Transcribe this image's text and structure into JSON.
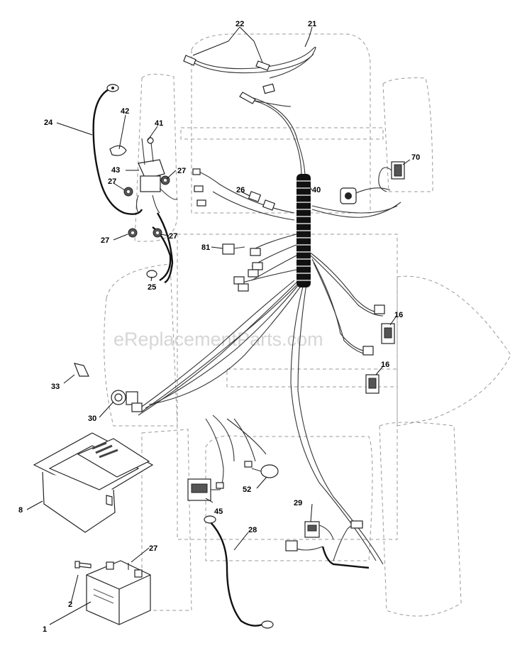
{
  "watermark": "eReplacementParts.com",
  "callouts": {
    "c1": "1",
    "c2": "2",
    "c8": "8",
    "c16a": "16",
    "c16b": "16",
    "c21": "21",
    "c22": "22",
    "c24": "24",
    "c25": "25",
    "c26": "26",
    "c27a": "27",
    "c27b": "27",
    "c27c": "27",
    "c27d": "27",
    "c27e": "27",
    "c28": "28",
    "c29": "29",
    "c30": "30",
    "c33": "33",
    "c40": "40",
    "c41": "41",
    "c42": "42",
    "c43": "43",
    "c45": "45",
    "c52": "52",
    "c70": "70",
    "c81": "81"
  }
}
